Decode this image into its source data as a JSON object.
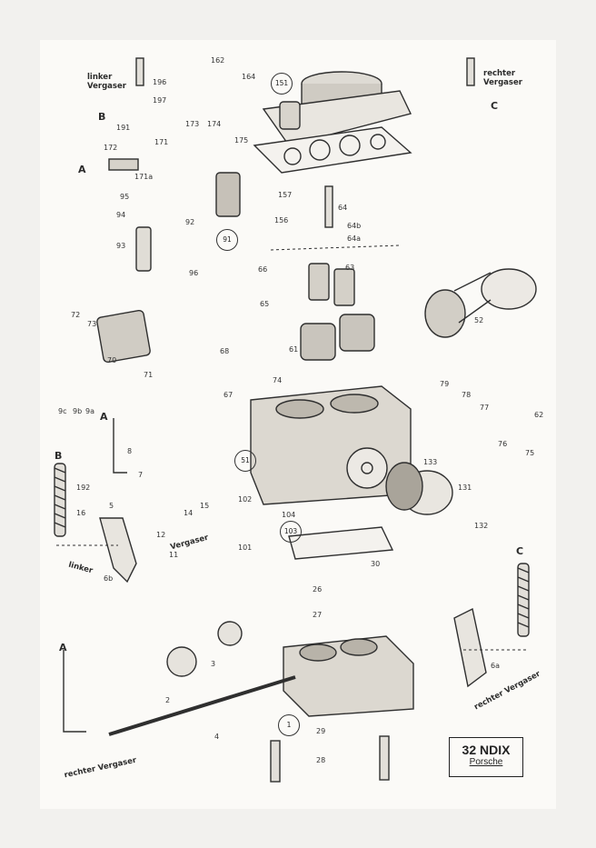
{
  "model": {
    "code": "32 NDIX",
    "make": "Porsche"
  },
  "captions": {
    "left_carb": "linker\nVergaser",
    "right_carb": "rechter\nVergaser",
    "linker": "linker",
    "vergaser": "Vergaser",
    "rechter_vergaser": "rechter Vergaser"
  },
  "letters": {
    "A": "A",
    "B": "B",
    "C": "C"
  },
  "circled": [
    "151",
    "91",
    "51",
    "103",
    "1"
  ],
  "parts": [
    "162",
    "164",
    "196",
    "197",
    "191",
    "173",
    "174",
    "175",
    "172",
    "171",
    "171a",
    "95",
    "94",
    "92",
    "93",
    "96",
    "157",
    "156",
    "64",
    "64b",
    "64a",
    "66",
    "63",
    "65",
    "52",
    "72",
    "73",
    "70",
    "71",
    "68",
    "67",
    "61",
    "74",
    "79",
    "78",
    "77",
    "62",
    "9c",
    "9b",
    "9a",
    "8",
    "192",
    "7",
    "14",
    "15",
    "16",
    "5",
    "12",
    "11",
    "6b",
    "102",
    "104",
    "101",
    "30",
    "76",
    "75",
    "133",
    "131",
    "132",
    "26",
    "27",
    "3",
    "2",
    "4",
    "6a",
    "29",
    "28"
  ]
}
